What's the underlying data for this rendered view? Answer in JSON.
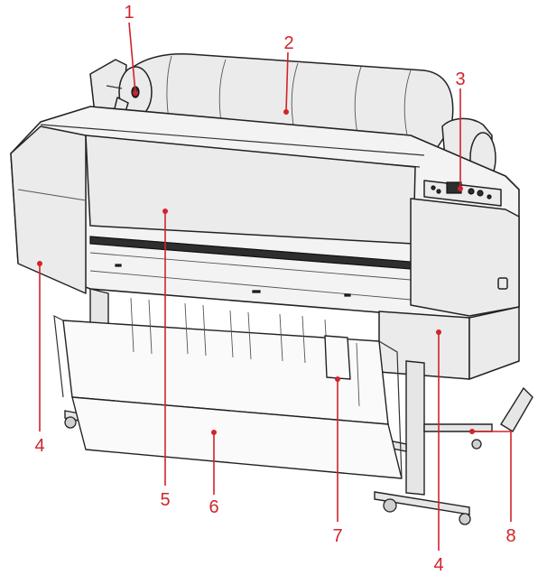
{
  "colors": {
    "callout": "#d2232a",
    "outline": "#222222",
    "body": "#f3f3f3"
  },
  "callouts": [
    {
      "label": "1"
    },
    {
      "label": "2"
    },
    {
      "label": "3"
    },
    {
      "label": "4"
    },
    {
      "label": "5"
    },
    {
      "label": "6"
    },
    {
      "label": "7"
    },
    {
      "label": "4"
    },
    {
      "label": "8"
    }
  ]
}
